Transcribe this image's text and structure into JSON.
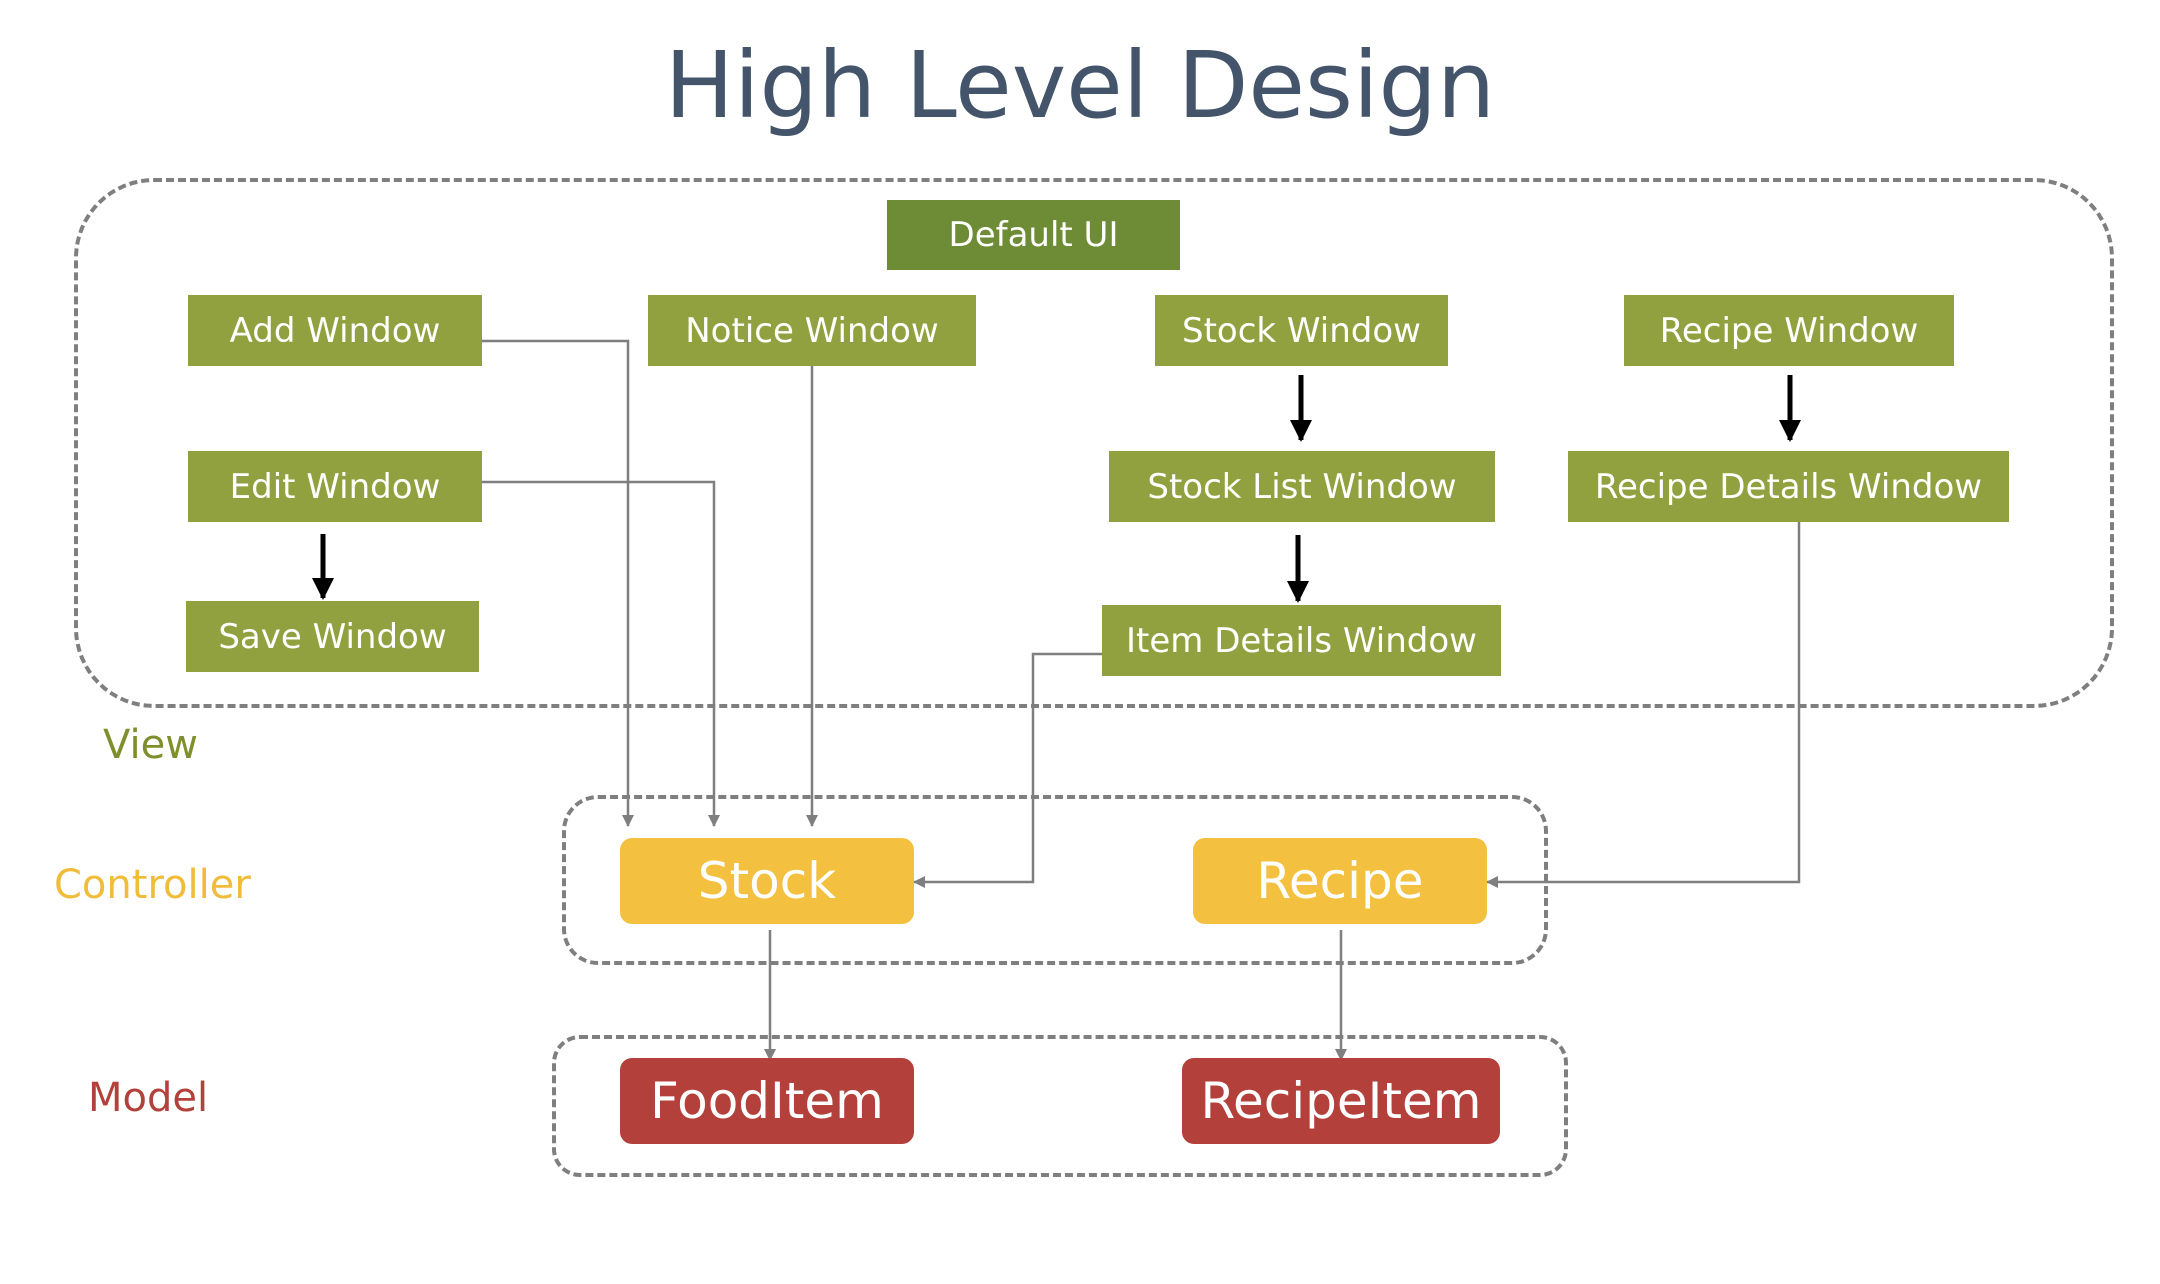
{
  "title": "High Level Design",
  "layers": {
    "view": "View",
    "controller": "Controller",
    "model": "Model"
  },
  "view_nodes": {
    "default_ui": "Default UI",
    "add_window": "Add Window",
    "notice_window": "Notice Window",
    "stock_window": "Stock Window",
    "recipe_window": "Recipe Window",
    "edit_window": "Edit Window",
    "stock_list_window": "Stock List Window",
    "recipe_details_window": "Recipe Details Window",
    "save_window": "Save Window",
    "item_details_window": "Item Details Window"
  },
  "controller_nodes": {
    "stock": "Stock",
    "recipe": "Recipe"
  },
  "model_nodes": {
    "food_item": "FoodItem",
    "recipe_item": "RecipeItem"
  },
  "colors": {
    "view": "#92a13f",
    "view_label": "#7f8f2e",
    "default_ui": "#6e8b35",
    "controller": "#f4c03f",
    "model": "#b3403a",
    "title": "#44546a",
    "connector": "#7f7f7f",
    "arrow": "#000000"
  }
}
